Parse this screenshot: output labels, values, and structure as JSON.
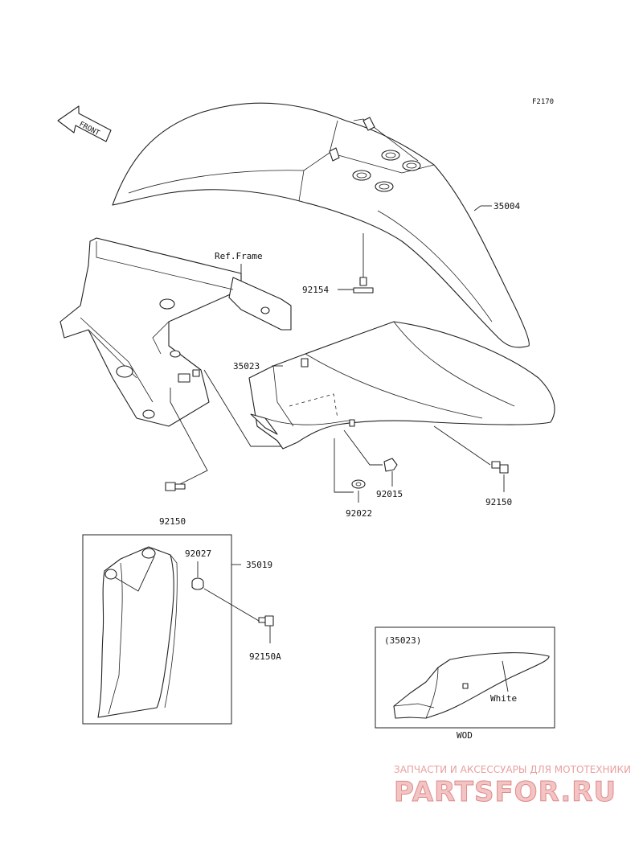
{
  "diagram": {
    "figure_code": "F2170",
    "front_label": "FRONT",
    "ref_frame_label": "Ref.Frame",
    "parts": {
      "front_fender": "35004",
      "fender_bolt_top": "92154",
      "fender_lower": "35023",
      "bolt_left": "92150",
      "bolt_right": "92150",
      "washer": "92022",
      "nut": "92015",
      "grommet": "92027",
      "guard": "35019",
      "bolt_guard": "92150A"
    },
    "inset": {
      "title": "(35023)",
      "color_note": "White",
      "caption": "WOD"
    }
  },
  "watermark": {
    "top_text": "ЗАПЧАСТИ И АКСЕССУАРЫ ДЛЯ МОТОТЕХНИКИ",
    "brand": "PARTSFOR.RU",
    "color": "#e08a8a"
  }
}
